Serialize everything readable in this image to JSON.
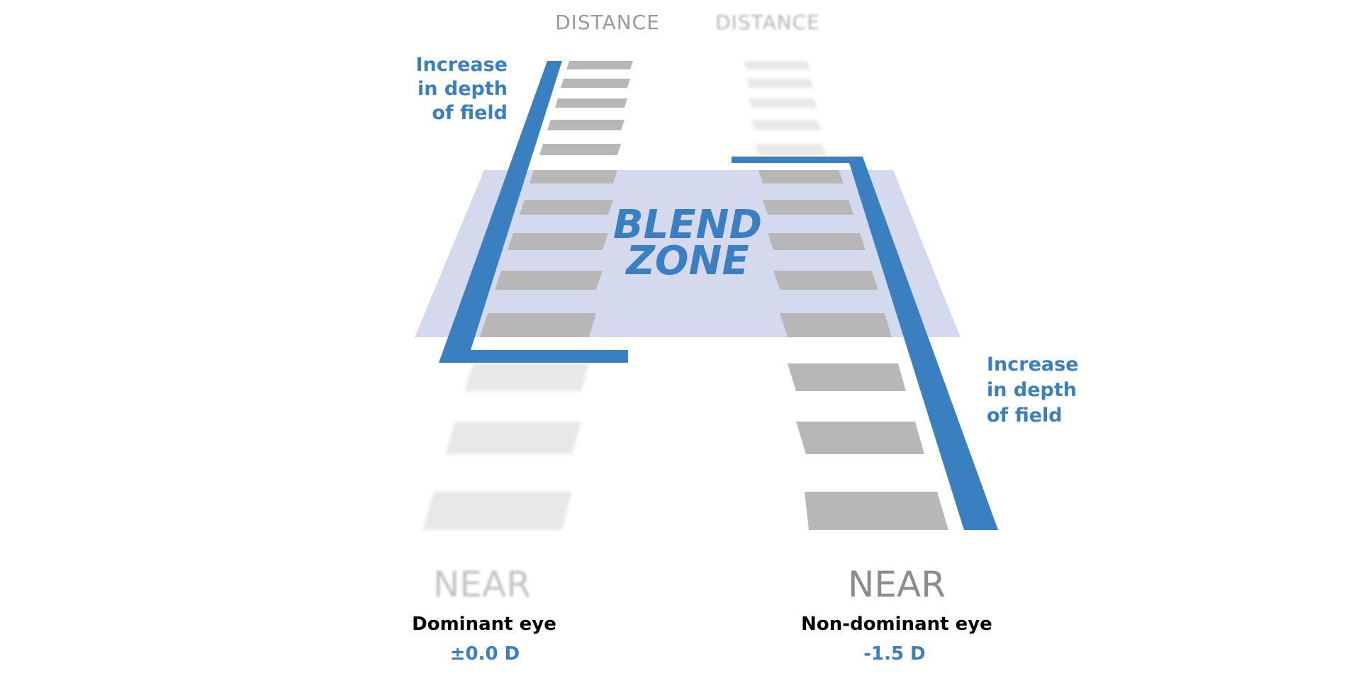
{
  "colors": {
    "accent": "#3a7fc0",
    "blend_zone": "#d5d9ee",
    "rung_sharp": "#b7b7b7",
    "rung_blurred": "#e8e8e8",
    "label_gray": "#999999"
  },
  "left": {
    "distance_label": "DISTANCE",
    "near_label": "NEAR",
    "eye_label": "Dominant eye",
    "power_label": "±0.0 D",
    "depth_label": [
      "Increase",
      "in depth",
      "of field"
    ]
  },
  "right": {
    "distance_label": "DISTANCE",
    "near_label": "NEAR",
    "eye_label": "Non-dominant eye",
    "power_label": "-1.5 D",
    "depth_label": [
      "Increase",
      "in depth",
      "of field"
    ]
  },
  "blend_zone": {
    "label": [
      "BLEND",
      "ZONE"
    ]
  }
}
